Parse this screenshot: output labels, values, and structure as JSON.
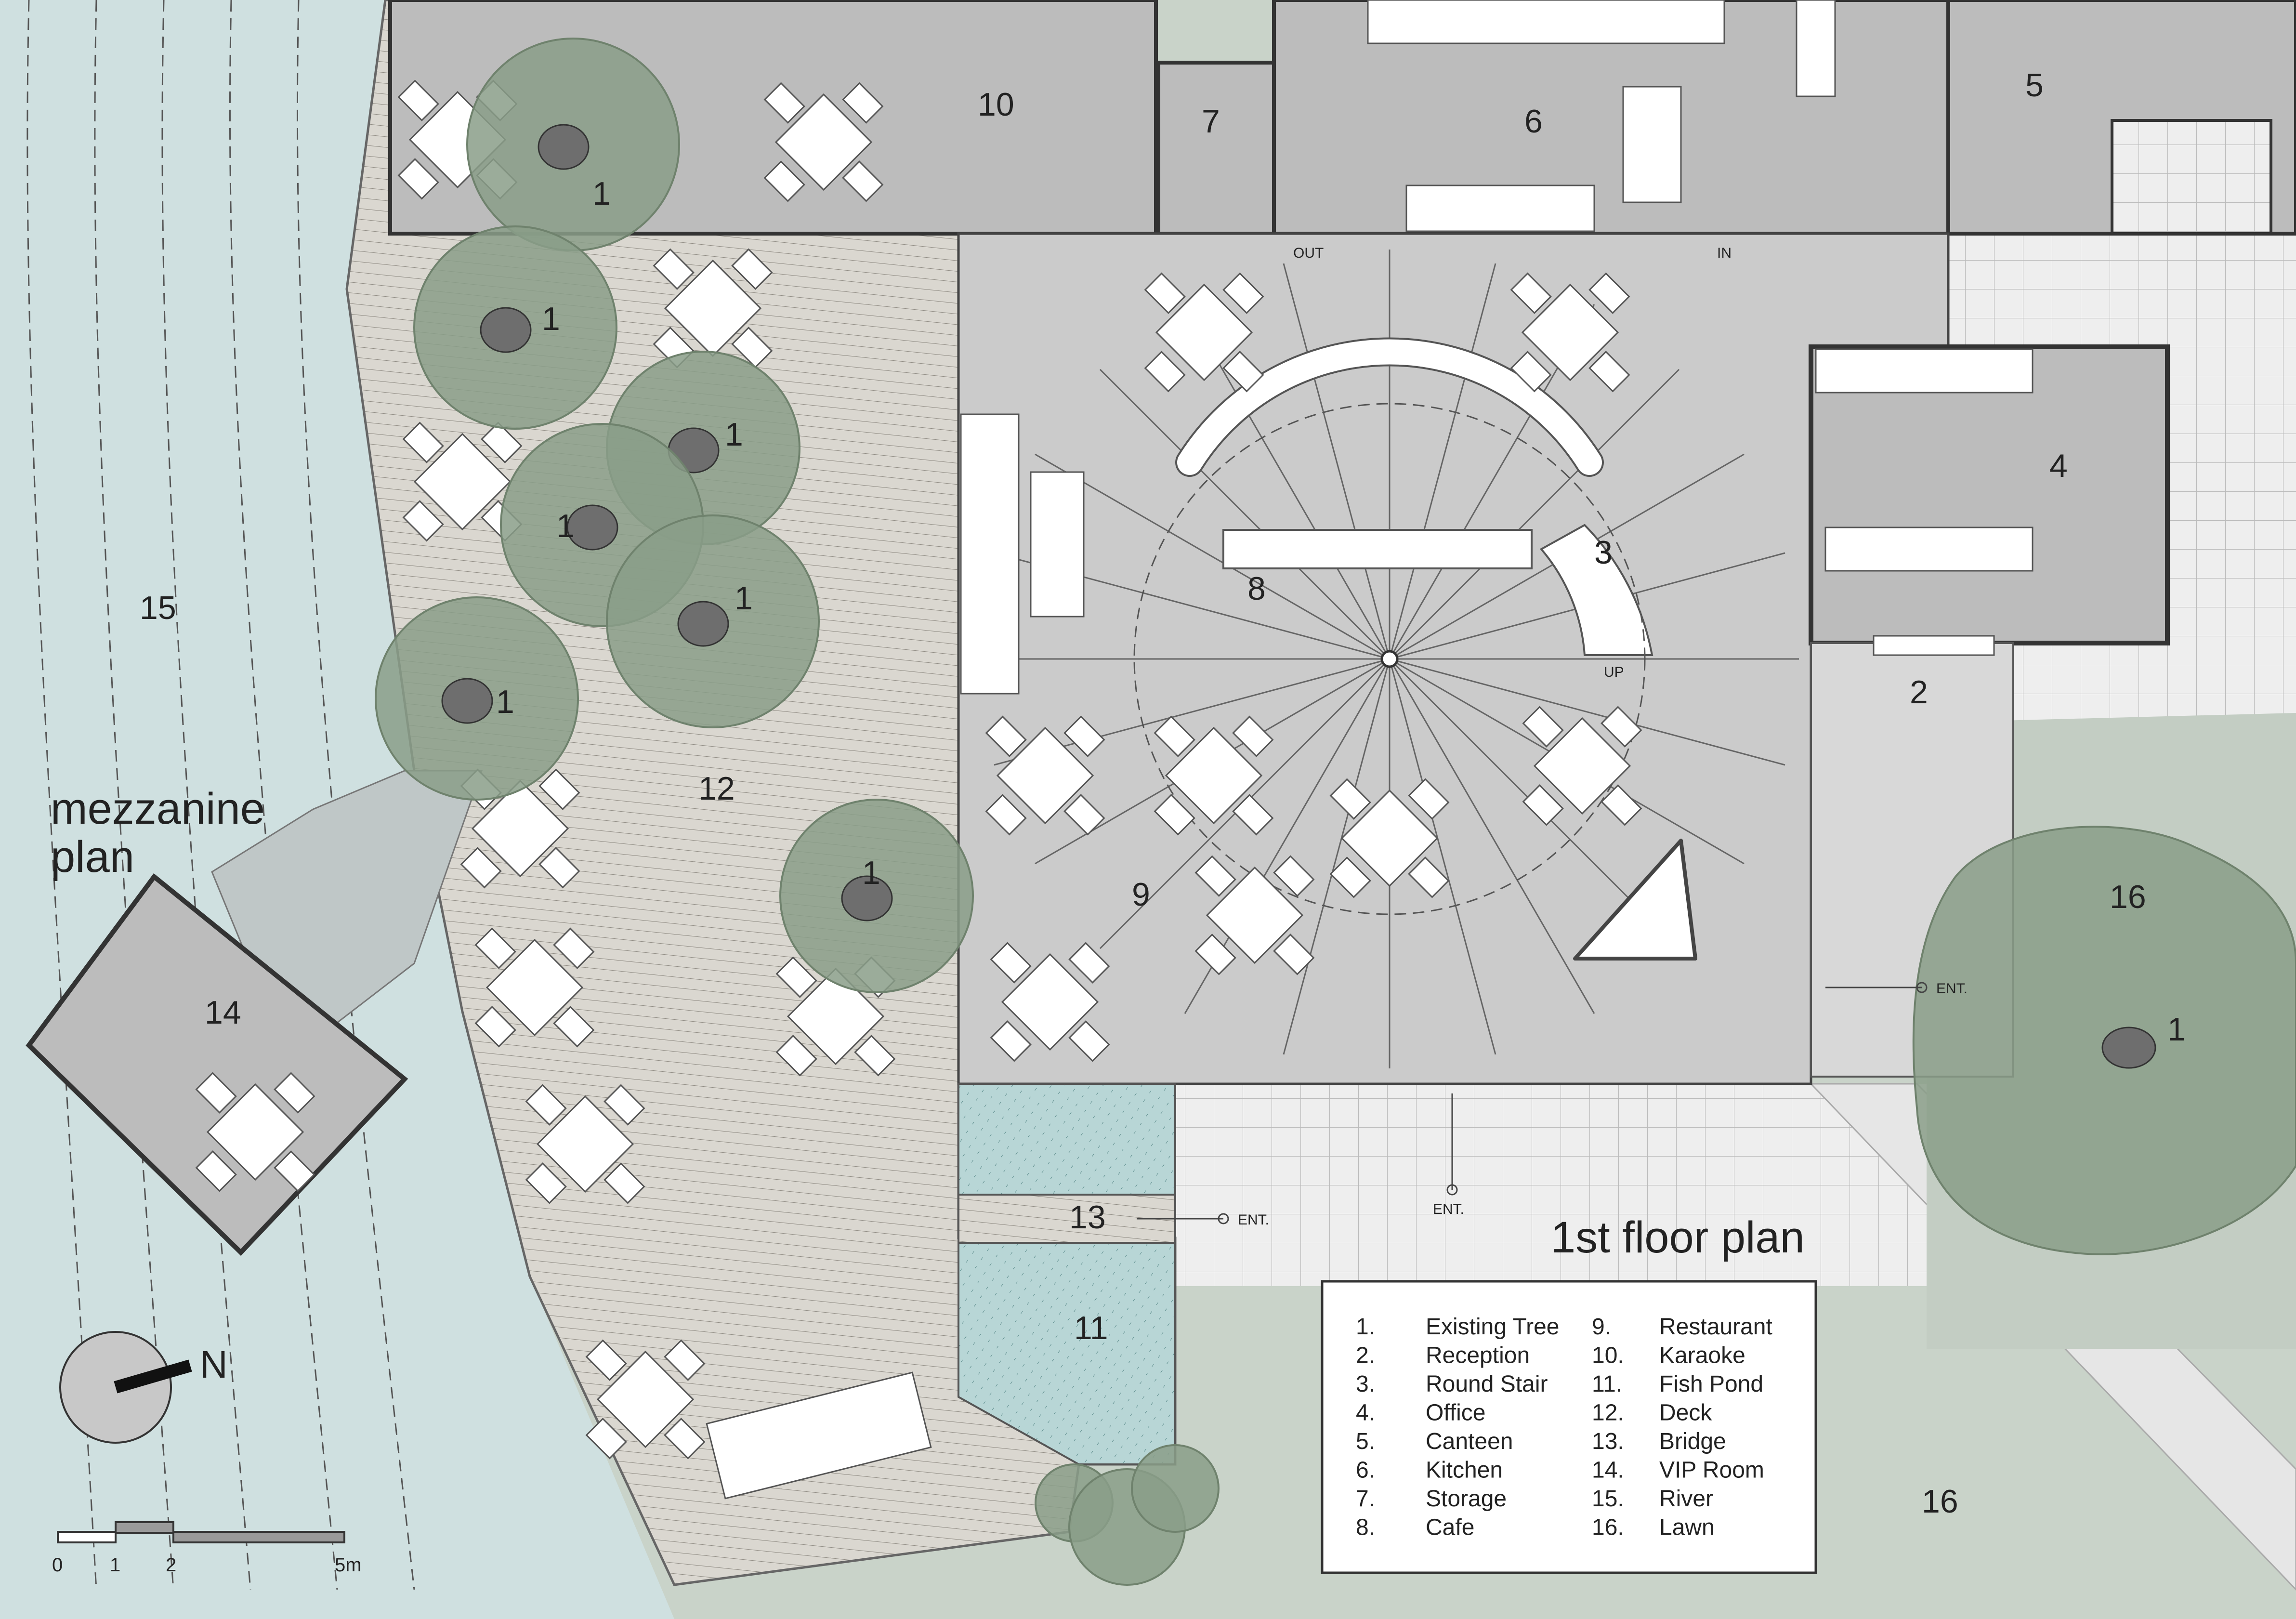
{
  "titles": {
    "first_floor": "1st floor plan",
    "mezzanine_line1": "mezzanine",
    "mezzanine_line2": "plan"
  },
  "room_numbers": {
    "r1": "1",
    "r2": "2",
    "r3": "3",
    "r4": "4",
    "r5": "5",
    "r6": "6",
    "r7": "7",
    "r8": "8",
    "r9": "9",
    "r10": "10",
    "r11": "11",
    "r12": "12",
    "r13": "13",
    "r14": "14",
    "r15": "15",
    "r16": "16"
  },
  "annotations": {
    "out": "OUT",
    "in": "IN",
    "up": "UP",
    "entrance": "ENT."
  },
  "north_arrow": {
    "label": "N"
  },
  "scale_bar": {
    "ticks": [
      "0",
      "1",
      "2",
      "5m"
    ]
  },
  "legend": {
    "items": [
      {
        "num": "1.",
        "label": "Existing Tree"
      },
      {
        "num": "2.",
        "label": "Reception"
      },
      {
        "num": "3.",
        "label": "Round Stair"
      },
      {
        "num": "4.",
        "label": "Office"
      },
      {
        "num": "5.",
        "label": "Canteen"
      },
      {
        "num": "6.",
        "label": "Kitchen"
      },
      {
        "num": "7.",
        "label": "Storage"
      },
      {
        "num": "8.",
        "label": "Cafe"
      },
      {
        "num": "9.",
        "label": "Restaurant"
      },
      {
        "num": "10.",
        "label": "Karaoke"
      },
      {
        "num": "11.",
        "label": "Fish Pond"
      },
      {
        "num": "12.",
        "label": "Deck"
      },
      {
        "num": "13.",
        "label": "Bridge"
      },
      {
        "num": "14.",
        "label": "VIP Room"
      },
      {
        "num": "15.",
        "label": "River"
      },
      {
        "num": "16.",
        "label": "Lawn"
      }
    ]
  },
  "colors": {
    "river": "#cfe0e0",
    "lawn": "#c9d3c9",
    "building": "#bcbcbc",
    "deck": "#d9d6cf",
    "paving": "#e3e3e3",
    "tree": "#8a9e88",
    "pond": "#b8d6d6"
  }
}
